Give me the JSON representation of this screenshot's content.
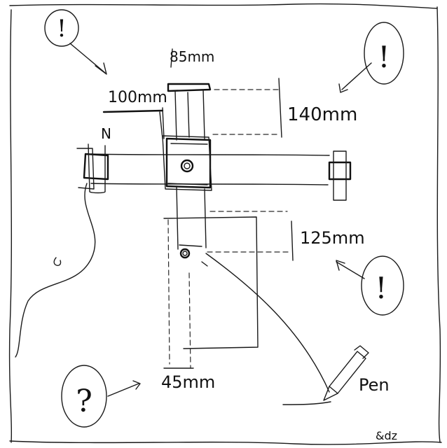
{
  "dimensions": {
    "top_width": "85mm",
    "left_width": "100mm",
    "upper_height": "140mm",
    "lower_height": "125mm",
    "bottom_width": "45mm"
  },
  "callouts": {
    "pen": "Pen",
    "small_label": "N",
    "signature": "&dz"
  },
  "warning_marks": {
    "top_left": "!",
    "top_right": "!",
    "mid_right": "!",
    "bottom_left": "?"
  }
}
